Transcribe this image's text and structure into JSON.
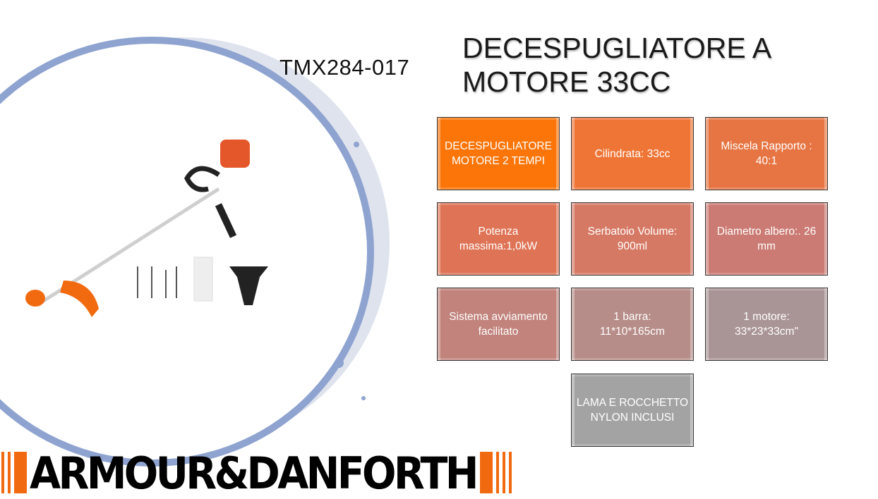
{
  "slide": {
    "model_code": "TMX284-017",
    "title": "DECESPUGLIATORE A\nMOTORE 33CC",
    "title_line1": "DECESPUGLIATORE A",
    "title_line2": "MOTORE 33CC",
    "product_image": "brush-cutter-with-accessories",
    "brand": "ARMOUR&DANFORTH",
    "colors": {
      "accent_orange": "#f26a10",
      "splash_blue": "#8ea3d0"
    },
    "tiles": [
      {
        "text": "DECESPUGLIATORE\nMOTORE 2 TEMPI",
        "color": "#fb7508"
      },
      {
        "text": "Cilindrata: 33cc",
        "color": "#ef7536"
      },
      {
        "text": "Miscela Rapporto :\n40:1",
        "color": "#e77543"
      },
      {
        "text": "Potenza\nmassima:1,0kW",
        "color": "#df7355"
      },
      {
        "text": "Serbatoio Volume:\n900ml",
        "color": "#d67964"
      },
      {
        "text": "Diametro albero:. 26\nmm",
        "color": "#cb7b73"
      },
      {
        "text": "Sistema avviamento\nfacilitato",
        "color": "#c1837c"
      },
      {
        "text": "1 barra:\n11*10*165cm",
        "color": "#b68d88"
      },
      {
        "text": "1 motore:\n33*23*33cm\"",
        "color": "#aa9596"
      },
      {
        "text": "LAMA E ROCCHETTO\nNYLON INCLUSI",
        "color": "#a3a3a3"
      }
    ]
  }
}
